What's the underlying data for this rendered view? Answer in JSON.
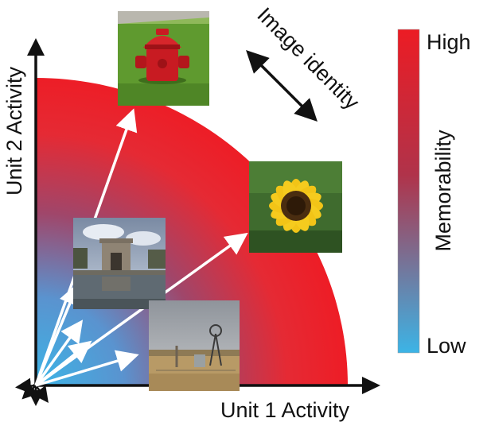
{
  "axes": {
    "x_label": "Unit 1 Activity",
    "y_label": "Unit 2 Activity"
  },
  "annotation": {
    "label": "Image identity"
  },
  "colorbar": {
    "title": "Memorability",
    "high_label": "High",
    "low_label": "Low",
    "high_color": "#ec1c24",
    "mid_color": "#b0334a",
    "low_color": "#3cb4e6"
  },
  "images": [
    {
      "name": "fire-hydrant",
      "subject": "red fire hydrant on grass"
    },
    {
      "name": "sunflower",
      "subject": "yellow sunflower"
    },
    {
      "name": "temple",
      "subject": "stone temple with reflecting pool"
    },
    {
      "name": "windmill-field",
      "subject": "windmill in a dry field"
    }
  ]
}
